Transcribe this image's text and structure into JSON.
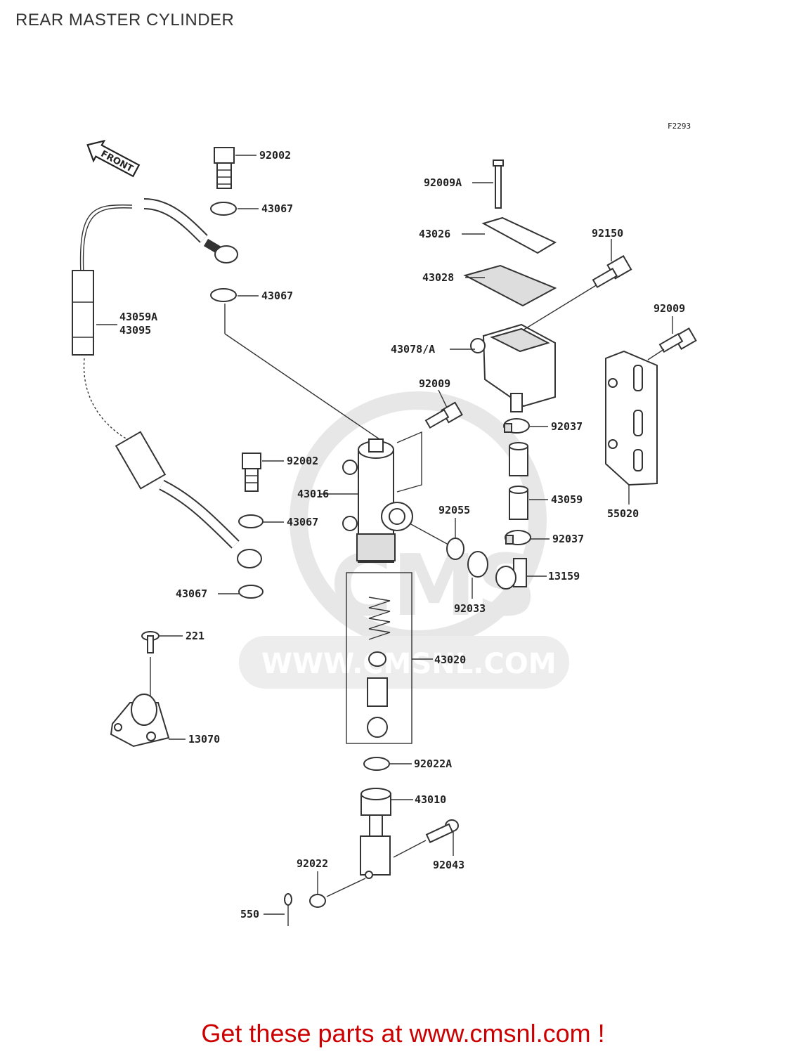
{
  "title": "REAR MASTER CYLINDER",
  "figure_code": "F2293",
  "front_label": "FRONT",
  "watermark": {
    "brand": "CMS",
    "url": "WWW.CMSNL.COM"
  },
  "promo": "Get these parts at www.cmsnl.com !",
  "labels": {
    "l92002a": "92002",
    "l43067a": "43067",
    "l43067b": "43067",
    "l43059a": "43059A",
    "l43095": "43095",
    "l92009a": "92009A",
    "l43026": "43026",
    "l43028": "43028",
    "l92150": "92150",
    "l43078": "43078/A",
    "l92009b": "92009",
    "l92009c": "92009",
    "l92037a": "92037",
    "l92002b": "92002",
    "l43016": "43016",
    "l43059": "43059",
    "l55020": "55020",
    "l92055": "92055",
    "l43067c": "43067",
    "l92037b": "92037",
    "l13159": "13159",
    "l43067d": "43067",
    "l92033": "92033",
    "l221": "221",
    "l43020": "43020",
    "l13070": "13070",
    "l92022a": "92022A",
    "l43010": "43010",
    "l92022": "92022",
    "l92043": "92043",
    "l550": "550"
  }
}
